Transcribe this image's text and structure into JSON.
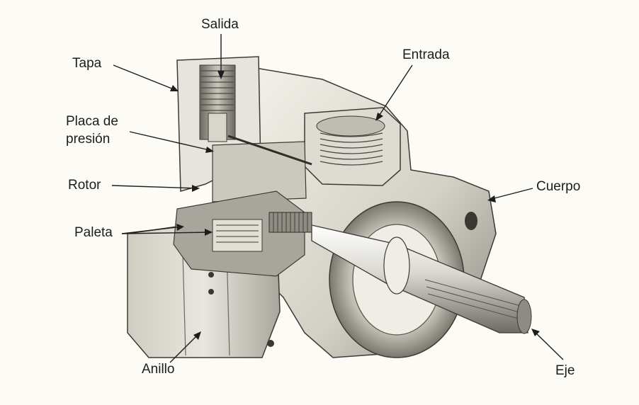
{
  "labels": {
    "salida": "Salida",
    "tapa": "Tapa",
    "entrada": "Entrada",
    "placa_line1": "Placa de",
    "placa_line2": "presión",
    "rotor": "Rotor",
    "cuerpo": "Cuerpo",
    "paleta": "Paleta",
    "anillo": "Anillo",
    "eje": "Eje"
  },
  "colors": {
    "ink": "#1d1d1d",
    "paper": "#fcfbf5",
    "metal_light": "#e9e7df",
    "metal_mid": "#bdbab0",
    "metal_dark": "#5a5852"
  }
}
